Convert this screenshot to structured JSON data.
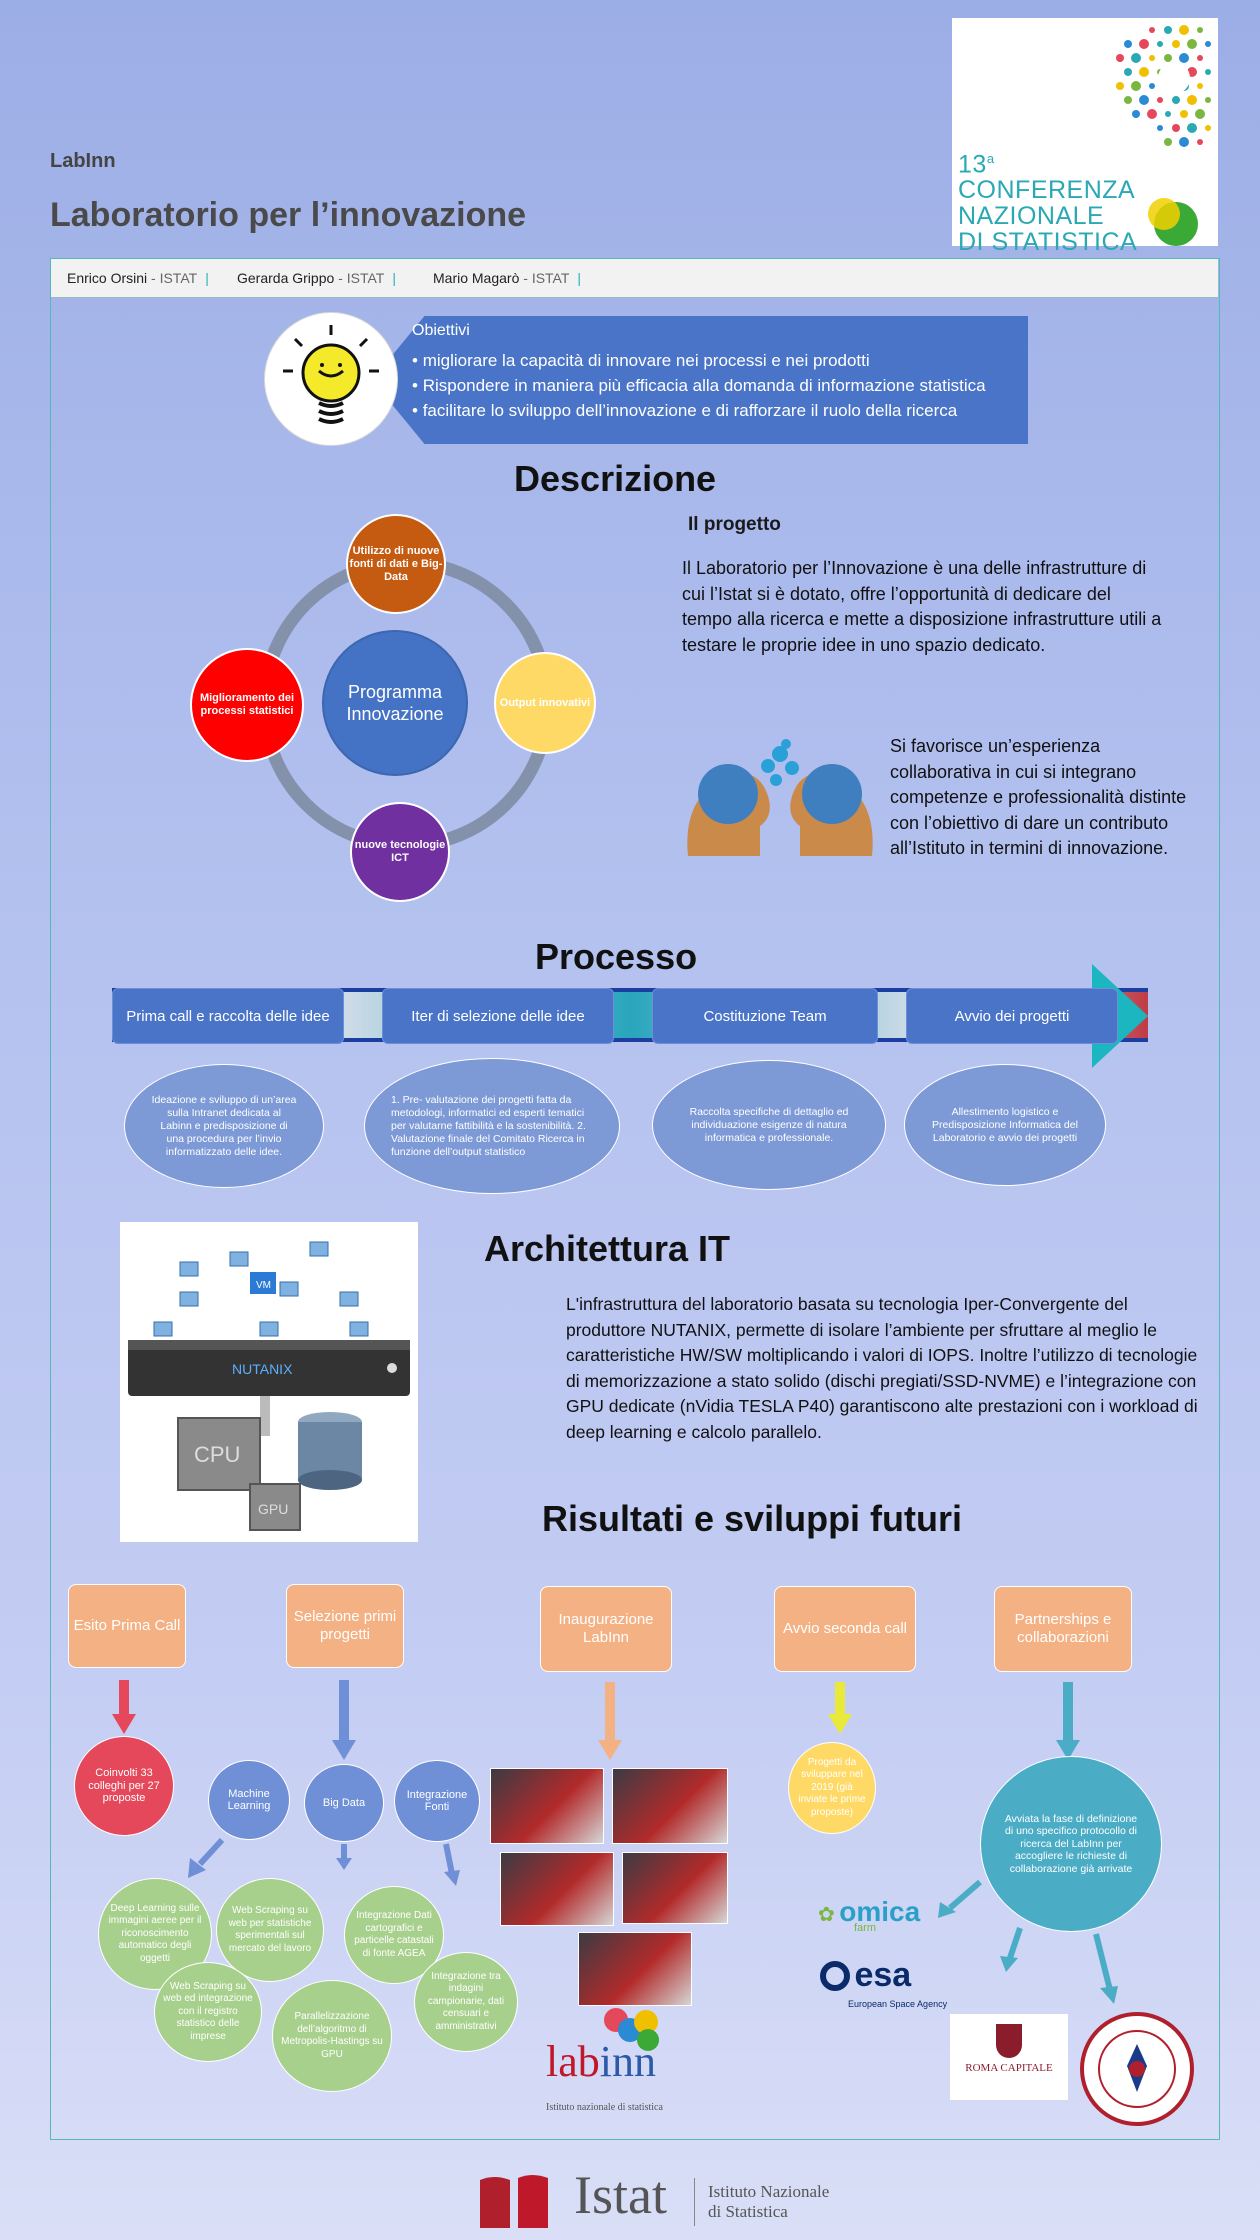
{
  "header": {
    "kicker": "LabInn",
    "title": "Laboratorio per l’innovazione",
    "conf_logo": {
      "line1": "13",
      "line1_sup": "a",
      "line2": "CONFERENZA",
      "line3": "NAZIONALE",
      "line4": "DI STATISTICA"
    }
  },
  "authors": [
    {
      "name": "Enrico Orsini",
      "org": "- ISTAT"
    },
    {
      "name": "Gerarda Grippo",
      "org": "- ISTAT"
    },
    {
      "name": "Mario Magarò",
      "org": " - ISTAT"
    }
  ],
  "objectives": {
    "title": "Obiettivi",
    "items": [
      "migliorare la capacità di innovare nei processi e nei prodotti",
      "Rispondere in maniera più efficacia alla domanda di informazione statistica",
      "facilitare  lo sviluppo dell’innovazione  e di rafforzare il ruolo della ricerca"
    ]
  },
  "descrizione": {
    "heading": "Descrizione",
    "cycle": {
      "center": "Programma Innovazione",
      "top": "Utilizzo di nuove fonti di dati  e  Big-Data",
      "right": "Output innovativi",
      "bottom": "nuove tecnologie ICT",
      "left": "Miglioramento dei processi statistici"
    },
    "project_title": "Il progetto",
    "project_text": "Il Laboratorio per l’Innovazione è una delle infrastrutture di cui l’Istat si è dotato, offre l’opportunità di dedicare del tempo alla ricerca e mette a disposizione infrastrutture utili a testare le proprie idee in uno spazio dedicato.",
    "collab_text": "Si favorisce un’esperienza collaborativa in cui si integrano competenze e professionalità distinte con l’obiettivo di dare un contributo all’Istituto in termini di innovazione."
  },
  "processo": {
    "heading": "Processo",
    "steps": [
      "Prima call e raccolta delle idee",
      "Iter di selezione delle idee",
      "Costituzione Team",
      "Avvio dei progetti"
    ],
    "details": [
      "Ideazione e sviluppo di un’area sulla Intranet dedicata al Labinn e predisposizione di una procedura per l’invio informatizzato delle idee.",
      "1. Pre- valutazione  dei progetti fatta da metodologi, informatici ed esperti tematici  per valutarne fattibilità  e la sostenibilità. 2. Valutazione finale del Comitato Ricerca in funzione dell’output statistico",
      "Raccolta specifiche di dettaglio ed individuazione esigenze di natura informatica e professionale.",
      "Allestimento logistico e Predisposizione Informatica del Laboratorio e avvio  dei progetti"
    ]
  },
  "architettura": {
    "heading": "Architettura IT",
    "text": "L'infrastruttura del laboratorio basata su tecnologia Iper-Convergente del produttore NUTANIX, permette di isolare l’ambiente per sfruttare al meglio le caratteristiche HW/SW moltiplicando i valori di IOPS. Inoltre l’utilizzo di tecnologie di memorizzazione a stato solido (dischi pregiati/SSD-NVME) e l’integrazione con  GPU dedicate (nVidia TESLA P40) garantiscono alte prestazioni con i workload di deep learning e calcolo parallelo.",
    "labels": {
      "brand": "NUTANIX",
      "cpu": "CPU",
      "gpu": "GPU",
      "vm": "VM"
    }
  },
  "risultati": {
    "heading": "Risultati e sviluppi futuri",
    "boxes": [
      "Esito Prima Call",
      "Selezione primi progetti",
      "Inaugurazione LabInn",
      "Avvio seconda call",
      "Partnerships e collaborazioni"
    ],
    "coinvolti": "Coinvolti 33 colleghi per 27 proposte",
    "themes": [
      "Machine Learning",
      "Big Data",
      "Integrazione Fonti"
    ],
    "projects": [
      "Deep Learning sulle immagini aeree per il riconoscimento automatico degli oggetti",
      "Web Scraping su web per statistiche sperimentali sul mercato del lavoro",
      "Integrazione Dati cartografici e particelle catastali di fonte AGEA",
      "Web Scraping su web ed integrazione con il registro statistico delle imprese",
      "Parallelizzazione dell’algoritmo di Metropolis-Hastings su GPU",
      "Integrazione tra indagini campionarie, dati censuari e amministrativi"
    ],
    "second_call": "Progetti da sviluppare nel 2019 (già inviate le prime proposte)",
    "partnership": "Avviata la fase di definizione di uno specifico protocollo di ricerca del LabInn per accogliere  le richieste di collaborazione già arrivate",
    "partners": {
      "omica": "omica",
      "omica_sub": "farm",
      "esa": "esa",
      "esa_sub": "European Space Agency",
      "roma": "ROMA CAPITALE"
    },
    "labinn_logo": {
      "lab": "lab",
      "inn": "inn",
      "sub": "Istituto nazionale di statistica"
    }
  },
  "footer": {
    "brand": "Istat",
    "line1": "Istituto Nazionale",
    "line2": "di Statistica"
  },
  "colors": {
    "accent_blue": "#4472c4",
    "orange": "#c55a11",
    "red": "#ff0000",
    "yellow": "#ffd966",
    "purple": "#7030a0",
    "teal": "#4bacc6",
    "peach": "#f4b183",
    "green": "#a8d08d"
  }
}
